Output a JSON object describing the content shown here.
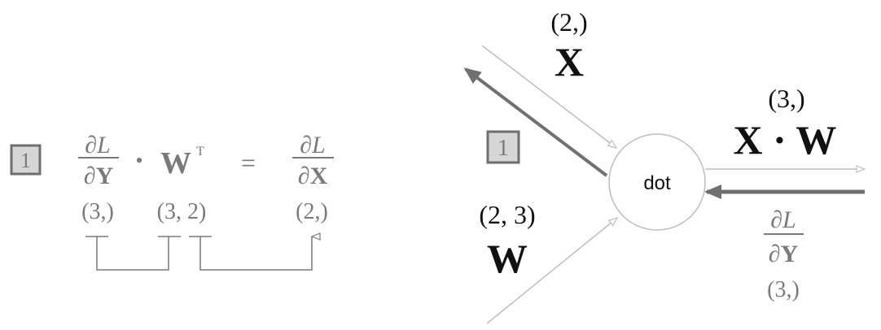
{
  "step_badge": "1",
  "equation": {
    "partial_L": "∂L",
    "partial_Y": "∂Y",
    "dot": "•",
    "W": "W",
    "transpose": "T",
    "equals": "=",
    "partial_X": "∂X",
    "shape_dLdY": "(3,)",
    "shape_WT": "(3, 2)",
    "shape_dLdX": "(2,)"
  },
  "graph": {
    "node_label": "dot",
    "input_x": {
      "shape": "(2,)",
      "name": "X"
    },
    "input_w": {
      "shape": "(2, 3)",
      "name": "W"
    },
    "output": {
      "shape": "(3,)",
      "name": "X · W"
    },
    "upstream_grad": {
      "numerator": "∂L",
      "denominator": "∂Y",
      "shape": "(3,)"
    }
  },
  "colors": {
    "text_gray": "#7a7a7a",
    "light_line": "#bdbdbd",
    "dark_arrow": "#707070",
    "badge_fill": "#d6d6d6",
    "badge_border": "#6e6e6e",
    "black": "#111111"
  }
}
